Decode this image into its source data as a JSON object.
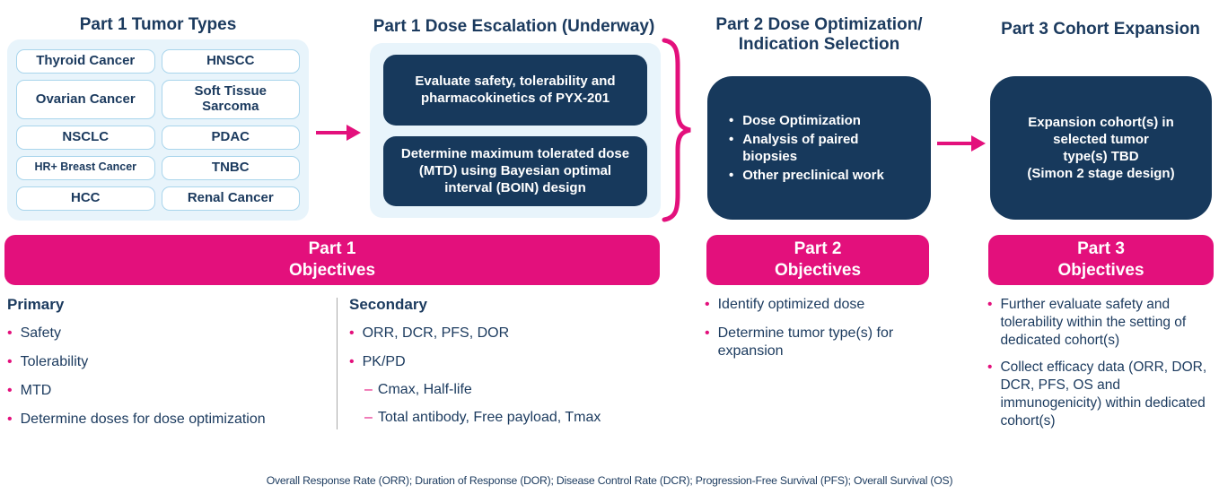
{
  "ui": {
    "bullet": "•",
    "dash": "–"
  },
  "colors": {
    "accent_pink": "#E3107C",
    "navy_box": "#17395C",
    "navy_text": "#1B3A5E",
    "light_blue_panel": "#E8F4FB",
    "pill_border": "#A9D5EC"
  },
  "flow": {
    "tumor_types": {
      "title": "Part 1 Tumor Types",
      "items": [
        "Thyroid Cancer",
        "HNSCC",
        "Ovarian Cancer",
        "Soft Tissue Sarcoma",
        "NSCLC",
        "PDAC",
        "HR+ Breast Cancer",
        "TNBC",
        "HCC",
        "Renal Cancer"
      ]
    },
    "dose_escalation": {
      "title": "Part 1 Dose Escalation (Underway)",
      "boxes": [
        "Evaluate safety, tolerability and pharmacokinetics of PYX-201",
        "Determine maximum tolerated dose (MTD) using Bayesian optimal interval (BOIN) design"
      ]
    },
    "part2": {
      "title_line1": "Part 2 Dose Optimization/",
      "title_line2": "Indication Selection",
      "bullets": [
        "Dose Optimization",
        "Analysis of paired biopsies",
        "Other preclinical work"
      ]
    },
    "part3": {
      "title": "Part 3 Cohort Expansion",
      "box_text": "Expansion cohort(s) in\nselected tumor\ntype(s) TBD\n(Simon 2 stage design)"
    }
  },
  "banners": {
    "part1": {
      "line1": "Part 1",
      "line2": "Objectives"
    },
    "part2": {
      "line1": "Part 2",
      "line2": "Objectives"
    },
    "part3": {
      "line1": "Part 3",
      "line2": "Objectives"
    }
  },
  "objectives": {
    "part1": {
      "primary": {
        "heading": "Primary",
        "bullets": [
          "Safety",
          "Tolerability",
          "MTD",
          "Determine doses for dose optimization"
        ]
      },
      "secondary": {
        "heading": "Secondary",
        "bullets": [
          "ORR, DCR, PFS, DOR",
          "PK/PD"
        ],
        "sub_bullets": [
          "Cmax, Half-life",
          "Total antibody, Free payload, Tmax"
        ]
      }
    },
    "part2": {
      "bullets": [
        "Identify optimized dose",
        "Determine tumor type(s) for expansion"
      ]
    },
    "part3": {
      "bullets": [
        "Further evaluate safety and tolerability within the setting of dedicated cohort(s)",
        "Collect efficacy data (ORR, DOR, DCR, PFS, OS and immunogenicity) within dedicated cohort(s)"
      ]
    }
  },
  "footnote": "Overall Response Rate (ORR); Duration of Response (DOR); Disease Control Rate (DCR); Progression-Free Survival (PFS); Overall Survival (OS)"
}
